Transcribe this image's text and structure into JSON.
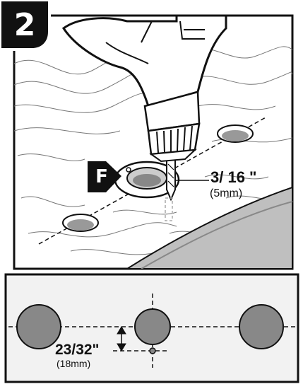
{
  "step_number": "2",
  "face_marker": "F",
  "drill_bit": {
    "size_label": "3/ 16 \"",
    "metric_label": "(5mm)"
  },
  "offset": {
    "size_label": "23/32\"",
    "metric_label": "(18mm)"
  },
  "colors": {
    "outline": "#111111",
    "hole_fill": "#888888",
    "hole_inner": "#bdbdbd",
    "badge": "#111111",
    "strip_bg": "#f2f2f2"
  },
  "icons": [
    "drill-icon",
    "washer-icon",
    "arrow-marker-icon"
  ]
}
